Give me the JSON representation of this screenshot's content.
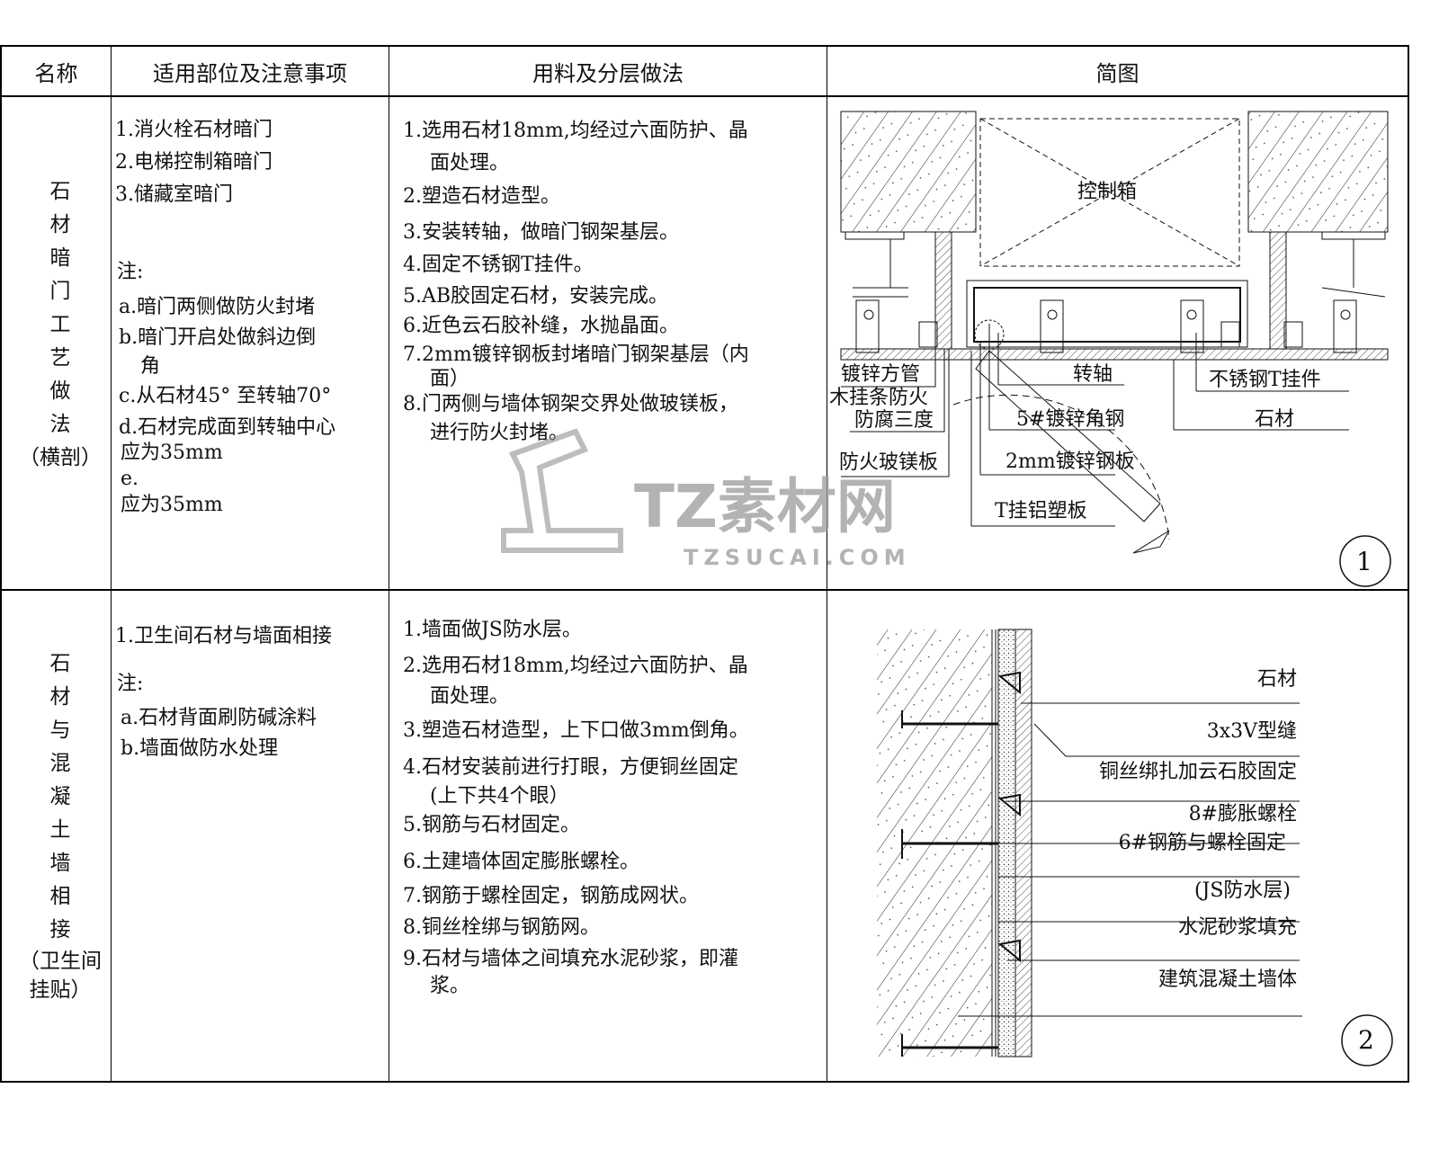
{
  "header": {
    "name": "名称",
    "scope": "适用部位及注意事项",
    "method": "用料及分层做法",
    "diagram": "简图"
  },
  "rows": [
    {
      "name_chars": [
        "石",
        "材",
        "暗",
        "门",
        "工",
        "艺",
        "做",
        "法",
        "（横剖）"
      ],
      "scope_lines": [
        "1.消火栓石材暗门",
        "2.电梯控制箱暗门",
        "3.储藏室暗门",
        "注:",
        "a.暗门两侧做防火封堵",
        "b.暗门开启处做斜边倒",
        "角",
        "c.从石材45° 至转轴70°",
        "d.石材完成面到转轴中心",
        "应为35mm",
        "e.",
        "应为35mm"
      ],
      "method_lines": [
        "1.选用石材18mm,均经过六面防护、晶",
        "面处理。",
        "2.塑造石材造型。",
        "3.安装转轴，做暗门钢架基层。",
        "4.固定不锈钢T挂件。",
        "5.AB胶固定石材，安装完成。",
        "6.近色云石胶补缝，水抛晶面。",
        "7.2mm镀锌钢板封堵暗门钢架基层（内",
        "面）",
        "8.门两侧与墙体钢架交界处做玻镁板，",
        "进行防火封堵。"
      ],
      "diagram": {
        "number": "1",
        "box_label": "控制箱",
        "labels": [
          "镀锌方管",
          "木挂条防火",
          "防腐三度",
          "防火玻镁板",
          "转轴",
          "5#镀锌角钢",
          "2mm镀锌钢板",
          "T挂铝塑板",
          "不锈钢T挂件",
          "石材"
        ]
      }
    },
    {
      "name_chars": [
        "石",
        "材",
        "与",
        "混",
        "凝",
        "土",
        "墙",
        "相",
        "接",
        "（卫生间",
        "挂贴）"
      ],
      "scope_lines": [
        "1.卫生间石材与墙面相接",
        "注:",
        "a.石材背面刷防碱涂料",
        "b.墙面做防水处理"
      ],
      "method_lines": [
        "1.墙面做JS防水层。",
        "2.选用石材18mm,均经过六面防护、晶",
        "面处理。",
        "3.塑造石材造型，上下口做3mm倒角。",
        "4.石材安装前进行打眼，方便铜丝固定",
        "(上下共4个眼）",
        "5.钢筋与石材固定。",
        "6.土建墙体固定膨胀螺栓。",
        "7.钢筋于螺栓固定，钢筋成网状。",
        "8.铜丝栓绑与钢筋网。",
        "9.石材与墙体之间填充水泥砂浆，即灌",
        "浆。"
      ],
      "diagram": {
        "number": "2",
        "labels": [
          "石材",
          "3x3V型缝",
          "铜丝绑扎加云石胶固定",
          "8#膨胀螺栓",
          "6#钢筋与螺栓固定",
          "(JS防水层)",
          "水泥砂浆填充",
          "建筑混凝土墙体"
        ]
      }
    }
  ],
  "watermark": {
    "logo": "TZ素材网",
    "url": "TZSUCAI.COM"
  }
}
